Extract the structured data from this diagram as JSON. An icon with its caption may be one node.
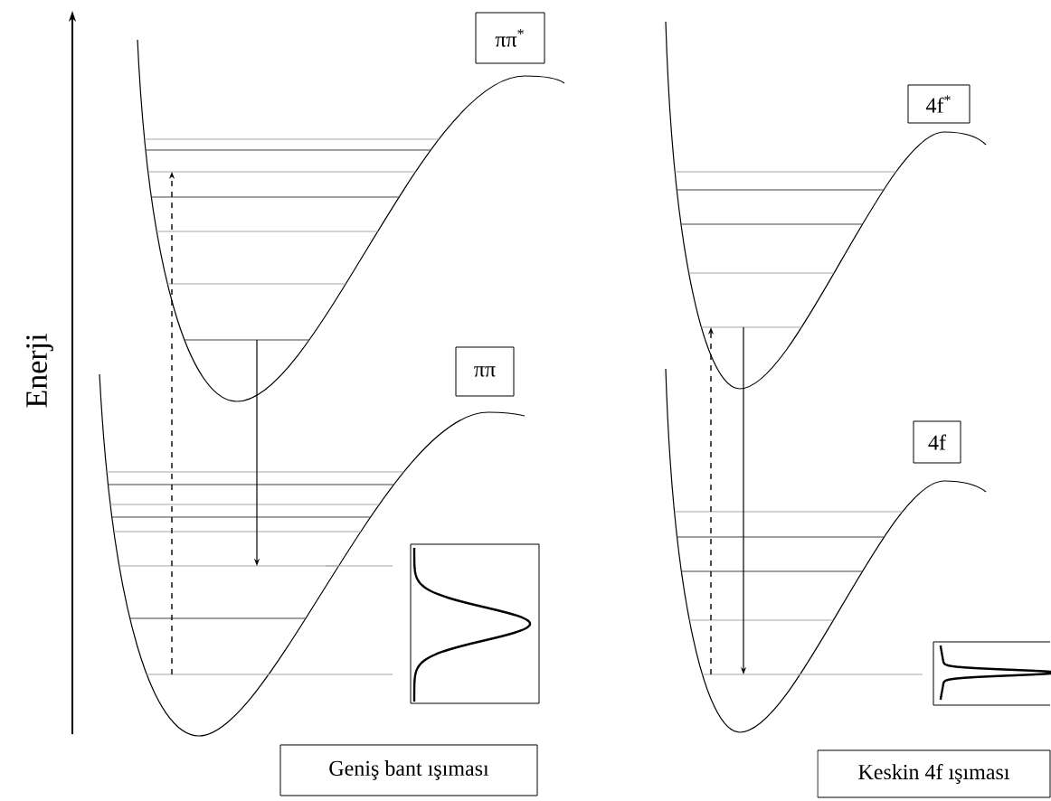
{
  "diagram": {
    "nodes": [
      {
        "text": [
          "ππ$^{*}$"
        ]
      },
      {
        "text": [
          "ππ"
        ]
      },
      {
        "text": [
          "Geniş bant ışıması"
        ]
      },
      {
        "text": [
          "4f$^{*}$"
        ]
      },
      {
        "text": [
          "4f"
        ]
      },
      {
        "text": [
          "Keskin 4f ışıması"
        ]
      }
    ],
    "labels": [
      "Enerji"
    ]
  }
}
